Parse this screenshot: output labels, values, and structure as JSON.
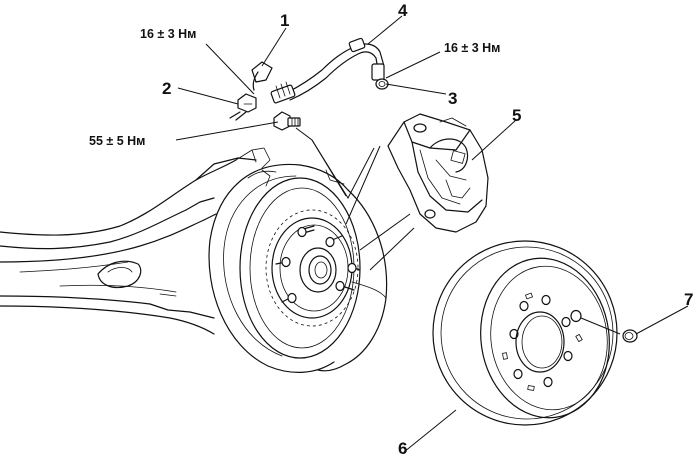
{
  "callouts": {
    "c1": "1",
    "c2": "2",
    "c3": "3",
    "c4": "4",
    "c5": "5",
    "c6": "6",
    "c7": "7"
  },
  "torques": {
    "t_brake_hose_left": "16 ± 3 Нм",
    "t_brake_hose_right": "16 ± 3 Нм",
    "t_caliper_bolt": "55 ± 5 Нм"
  }
}
